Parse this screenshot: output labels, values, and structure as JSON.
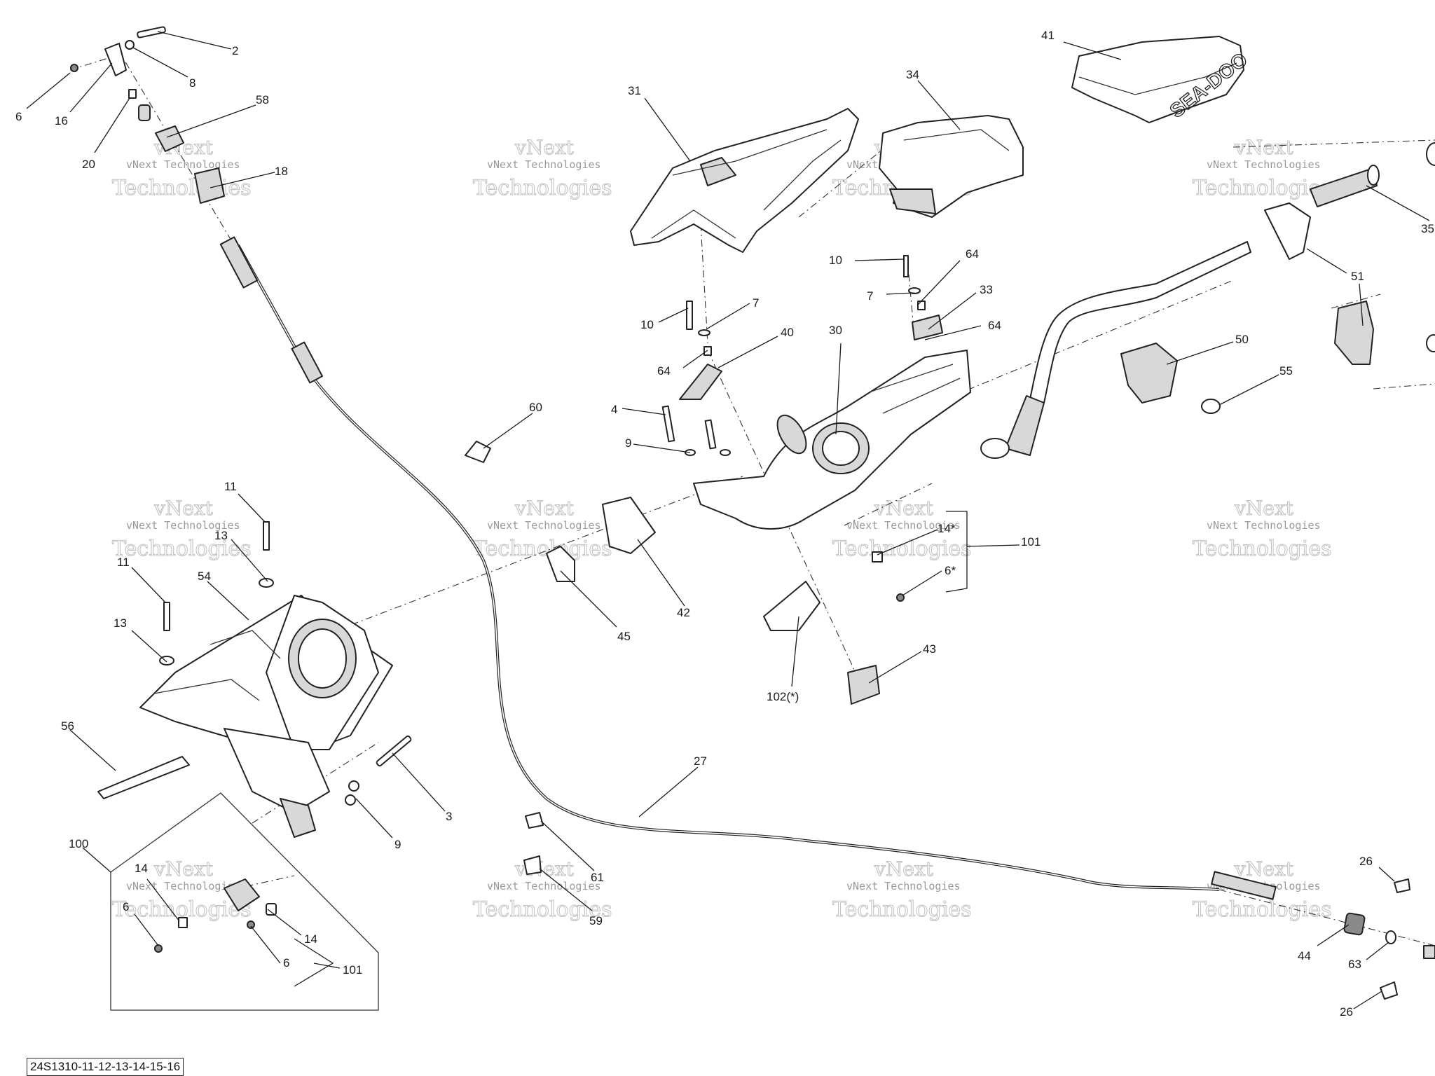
{
  "diagram_code": "24S1310-11-12-13-14-15-16",
  "watermark": {
    "line1": "vNext Technologies",
    "line2": "Technologies",
    "line3": "vNext"
  },
  "brand_on_cover": "SEA-DOO",
  "callouts": [
    "2",
    "8",
    "6",
    "16",
    "20",
    "58",
    "18",
    "31",
    "34",
    "41",
    "35",
    "51",
    "50",
    "55",
    "10",
    "64",
    "7",
    "33",
    "64b",
    "10b",
    "7b",
    "40",
    "64c",
    "30",
    "60",
    "4",
    "9",
    "11",
    "13",
    "11b",
    "13b",
    "54",
    "56",
    "45",
    "42",
    "14a",
    "6a",
    "101a",
    "102",
    "43",
    "27",
    "3",
    "9b",
    "100",
    "14b",
    "6b",
    "14c",
    "6c",
    "101b",
    "61",
    "59",
    "26a",
    "44",
    "63",
    "26b"
  ],
  "labels": {
    "2": "2",
    "8": "8",
    "6": "6",
    "16": "16",
    "20": "20",
    "58": "58",
    "18": "18",
    "31": "31",
    "34": "34",
    "41": "41",
    "35": "35",
    "51": "51",
    "50": "50",
    "55": "55",
    "10": "10",
    "64": "64",
    "7": "7",
    "33": "33",
    "64b": "64",
    "10b": "10",
    "7b": "7",
    "40": "40",
    "64c": "64",
    "30": "30",
    "60": "60",
    "4": "4",
    "9": "9",
    "11": "11",
    "13": "13",
    "11b": "11",
    "13b": "13",
    "54": "54",
    "56": "56",
    "45": "45",
    "42": "42",
    "14a": "14*",
    "6a": "6*",
    "101a": "101",
    "102": "102(*)",
    "43": "43",
    "27": "27",
    "3": "3",
    "9b": "9",
    "100": "100",
    "14b": "14",
    "6b": "6",
    "14c": "14",
    "6c": "6",
    "101b": "101",
    "61": "61",
    "59": "59",
    "26a": "26",
    "44": "44",
    "63": "63",
    "26b": "26"
  }
}
